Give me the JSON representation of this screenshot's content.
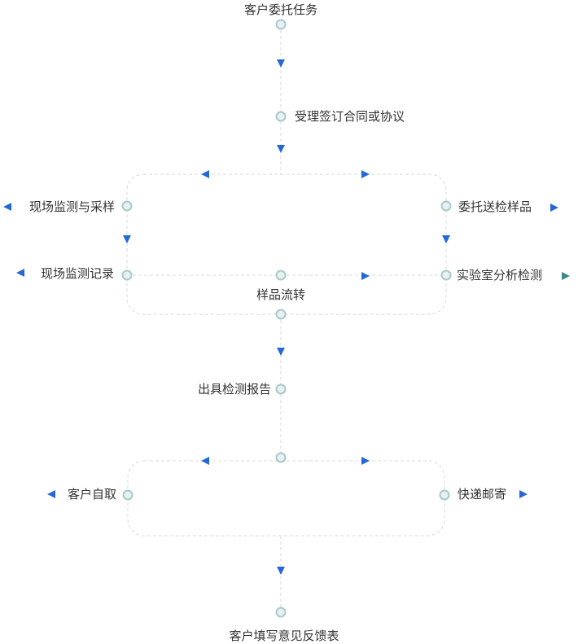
{
  "colors": {
    "arrow": "#2468d8",
    "arrow_alt": "#3a8a8a",
    "node_fill": "#e8f0f0",
    "node_stroke": "#a8cacb",
    "line": "#d6dbe0"
  },
  "nodes": {
    "start": "客户委托任务",
    "contract": "受理签订合同或协议",
    "field_sampling": "现场监测与采样",
    "delivered_sample": "委托送检样品",
    "field_record": "现场监测记录",
    "lab_analysis": "实验室分析检测",
    "sample_transfer": "样品流转",
    "report": "出具检测报告",
    "self_pickup": "客户自取",
    "express": "快递邮寄",
    "feedback": "客户填写意见反馈表"
  }
}
